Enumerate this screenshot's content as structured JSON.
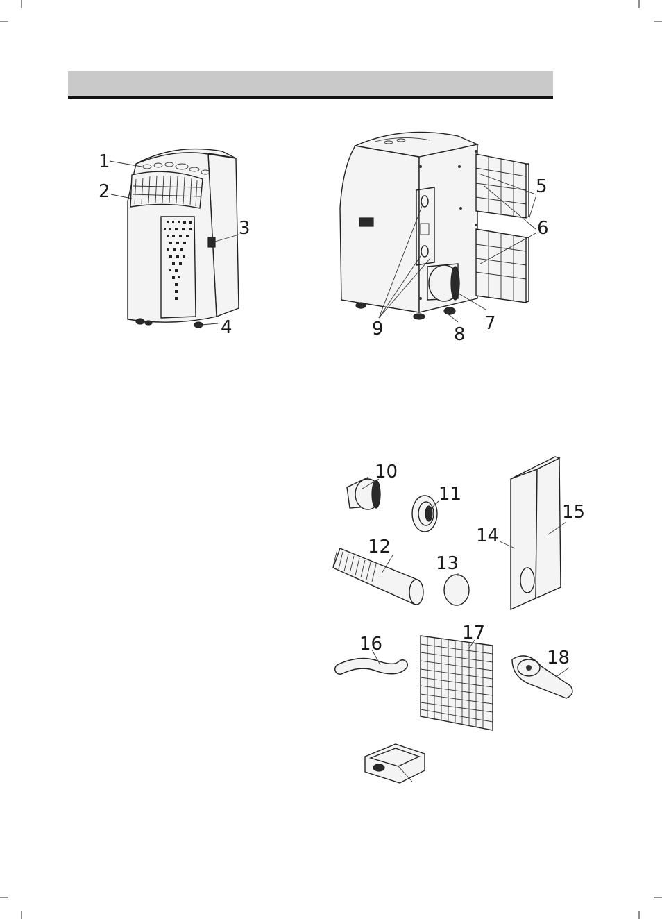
{
  "header": {
    "band_color": "#c9c9c9",
    "rule_color": "#111111"
  },
  "figures": {
    "front_view": {
      "callouts": [
        "1",
        "2",
        "3",
        "4"
      ]
    },
    "rear_view": {
      "callouts": [
        "5",
        "6",
        "7",
        "8",
        "9"
      ]
    },
    "accessories": {
      "callouts": [
        "10",
        "11",
        "12",
        "13",
        "14",
        "15",
        "16",
        "17",
        "18"
      ]
    }
  }
}
